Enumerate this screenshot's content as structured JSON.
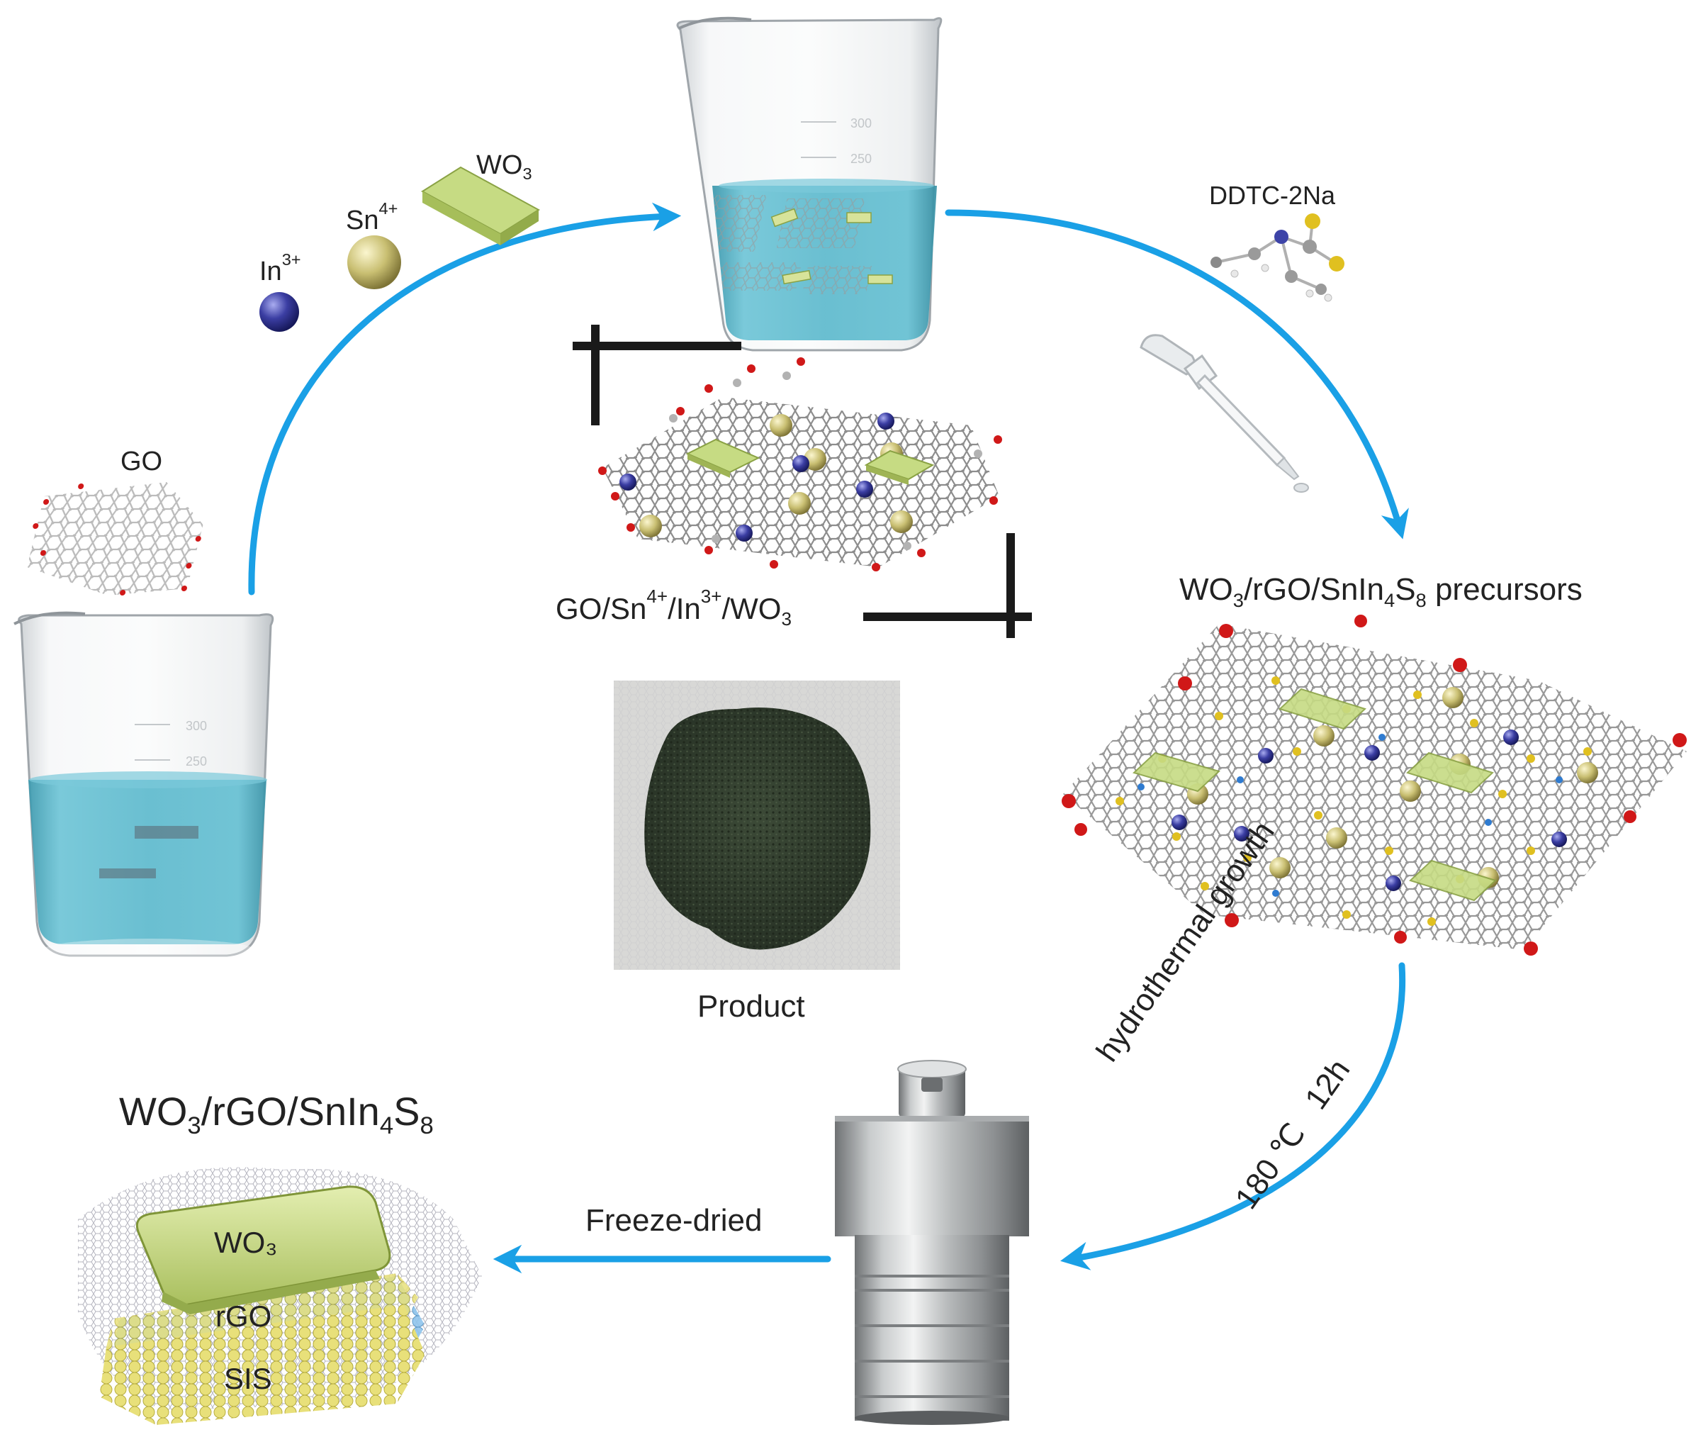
{
  "labels": {
    "go": "GO",
    "in_ion": "In",
    "in_charge": "3+",
    "sn_ion": "Sn",
    "sn_charge": "4+",
    "wo3_base": "WO",
    "wo3_sub": "3",
    "ddtc": "DDTC-2Na",
    "beaker_mark_300": "300",
    "beaker_mark_250": "250",
    "intermediate": {
      "go": "GO/Sn",
      "sn_charge": "4+",
      "in": "/In",
      "in_charge": "3+",
      "wo": "/WO",
      "wo_sub": "3"
    },
    "precursor": {
      "wo": "WO",
      "wo_sub": "3",
      "rgo": "/rGO/SnIn",
      "in_sub": "4",
      "s": "S",
      "s_sub": "8",
      "tail": " precursors"
    },
    "product": "Product",
    "hydrothermal": "hydrothermal growth",
    "temp": "180 ℃",
    "time": "12h",
    "freeze": "Freeze-dried",
    "final": {
      "wo": "WO",
      "wo_sub": "3",
      "rgo": "/rGO/SnIn",
      "in_sub": "4",
      "s": "S",
      "s_sub": "8"
    },
    "layer_wo3": "WO₃",
    "layer_rgo": "rGO",
    "layer_sis": "SIS"
  },
  "colors": {
    "arrow": "#1aa0e6",
    "water": "#4fb3c8",
    "wo3_plate": "#c9dc88",
    "sn_sphere": "#c8be73",
    "in_sphere": "#3a3d9c",
    "oxygen": "#d01818",
    "carbon": "#8c8c8c",
    "sulfur": "#e0c020",
    "powder": "#2d3a2a"
  }
}
